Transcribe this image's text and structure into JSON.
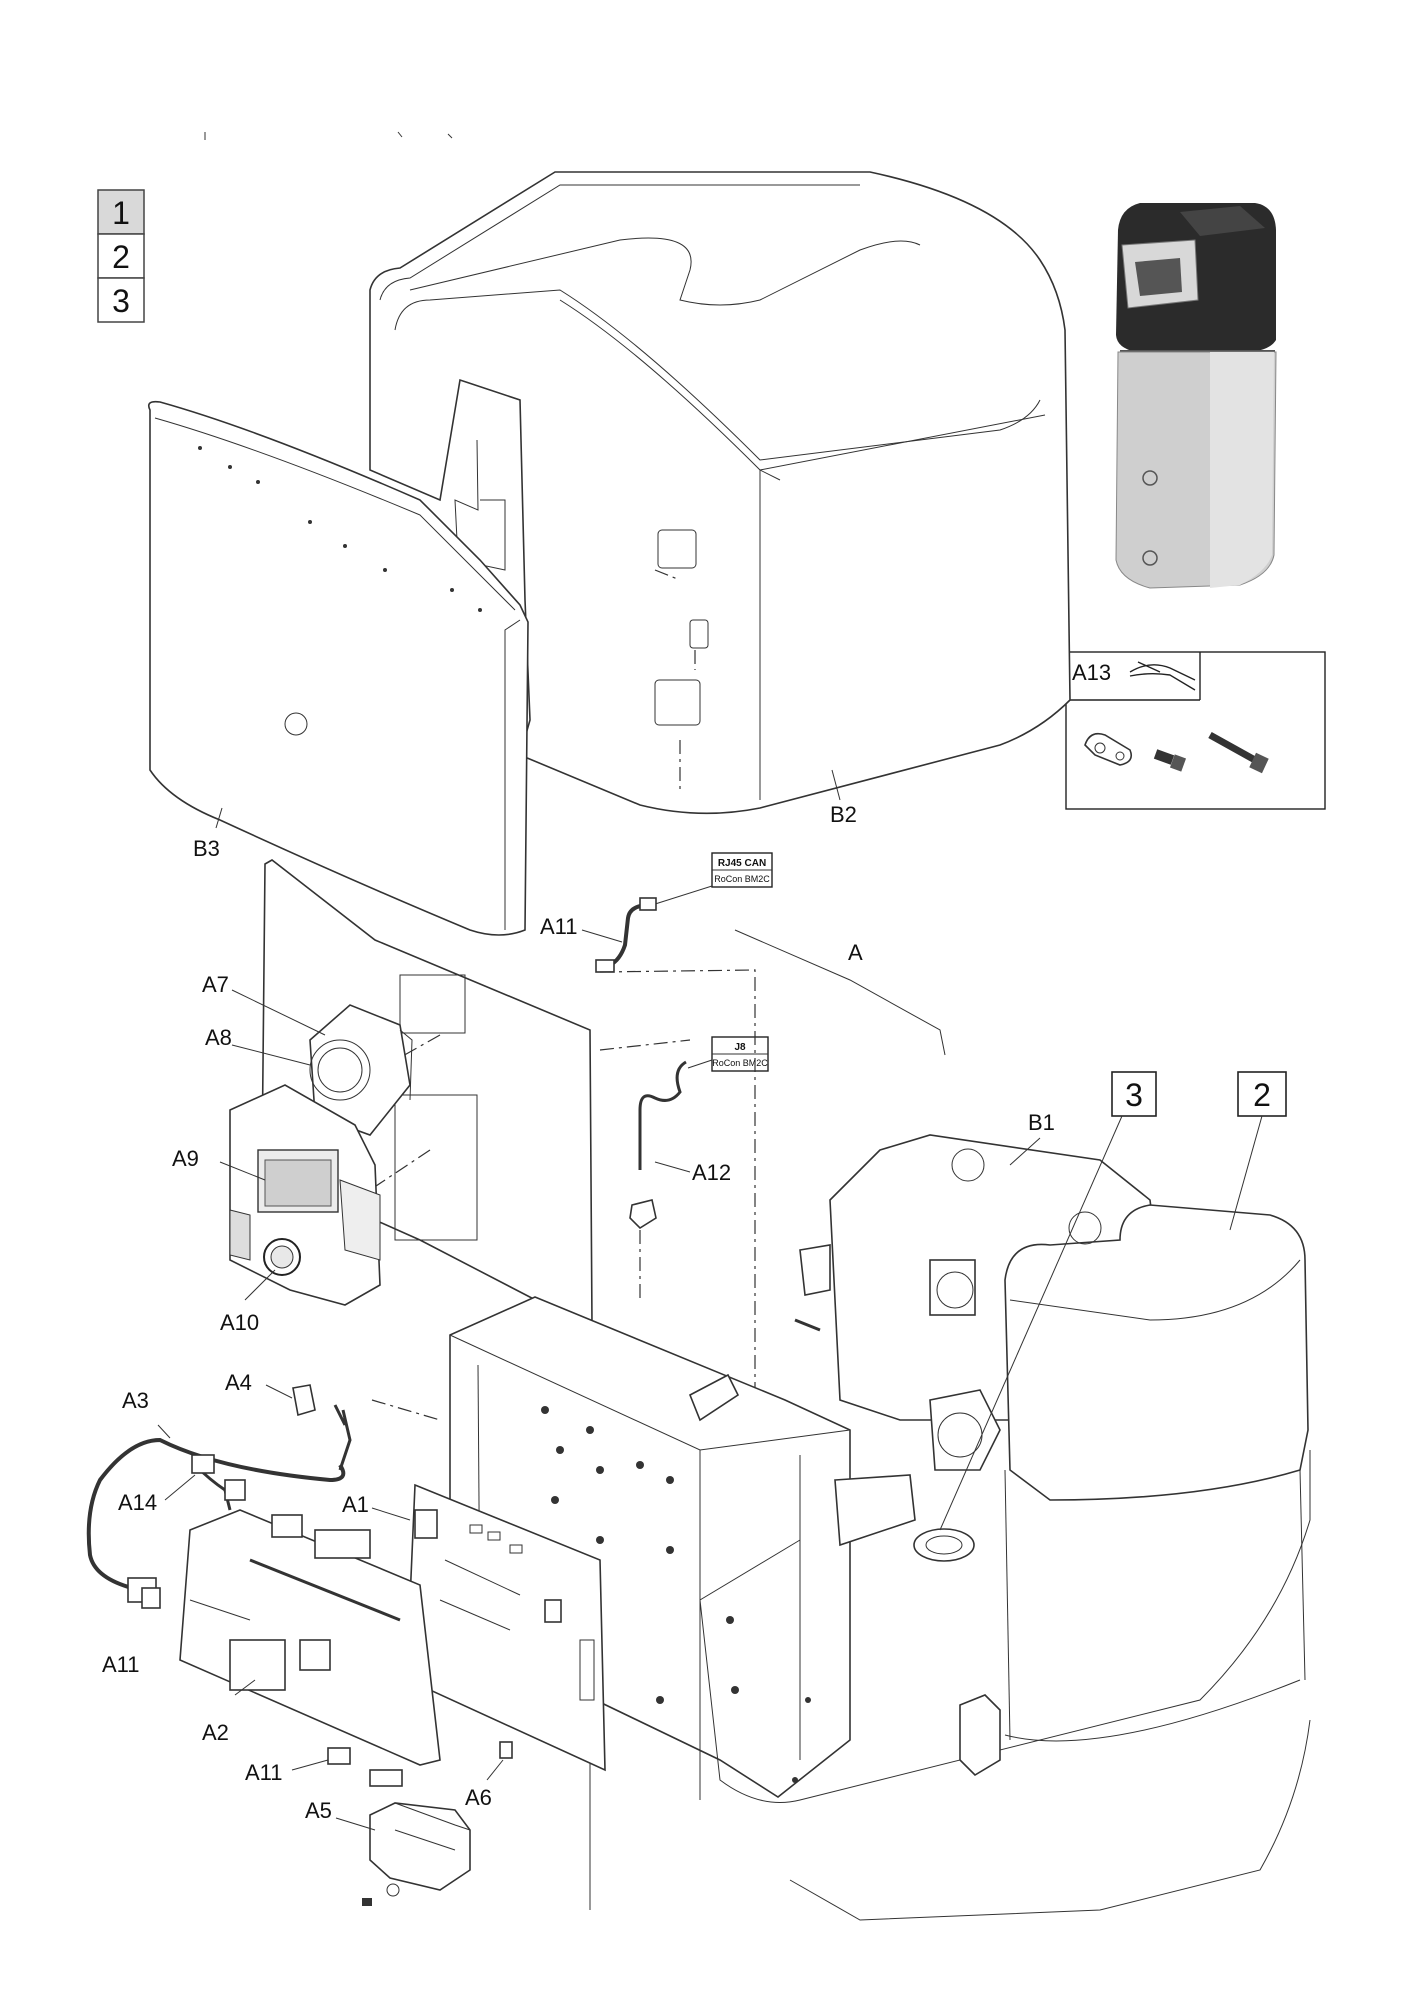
{
  "page_selector": {
    "items": [
      "1",
      "2",
      "3"
    ],
    "active": "1"
  },
  "part_labels": {
    "B1": "B1",
    "B2": "B2",
    "B3": "B3",
    "A": "A",
    "A1": "A1",
    "A2": "A2",
    "A3": "A3",
    "A4": "A4",
    "A5": "A5",
    "A6": "A6",
    "A7": "A7",
    "A8": "A8",
    "A9": "A9",
    "A10": "A10",
    "A11_a": "A11",
    "A11_b": "A11",
    "A11_c": "A11",
    "A12": "A12",
    "A13": "A13",
    "A14": "A14"
  },
  "callouts": {
    "box3": "3",
    "box2": "2"
  },
  "connector_tags": {
    "rj45": {
      "title": "RJ45 CAN",
      "subtitle": "RoCon BM2C"
    },
    "j8": {
      "title": "J8",
      "subtitle": "RoCon BM2C"
    }
  },
  "icons": [
    "pliers-icon",
    "cable-clamp-icon",
    "short-screw-icon",
    "long-screw-icon",
    "heat-pump-product-icon"
  ],
  "colors": {
    "line": "#222222",
    "shade": "#d9d9d9",
    "dark": "#2b2b2b"
  }
}
